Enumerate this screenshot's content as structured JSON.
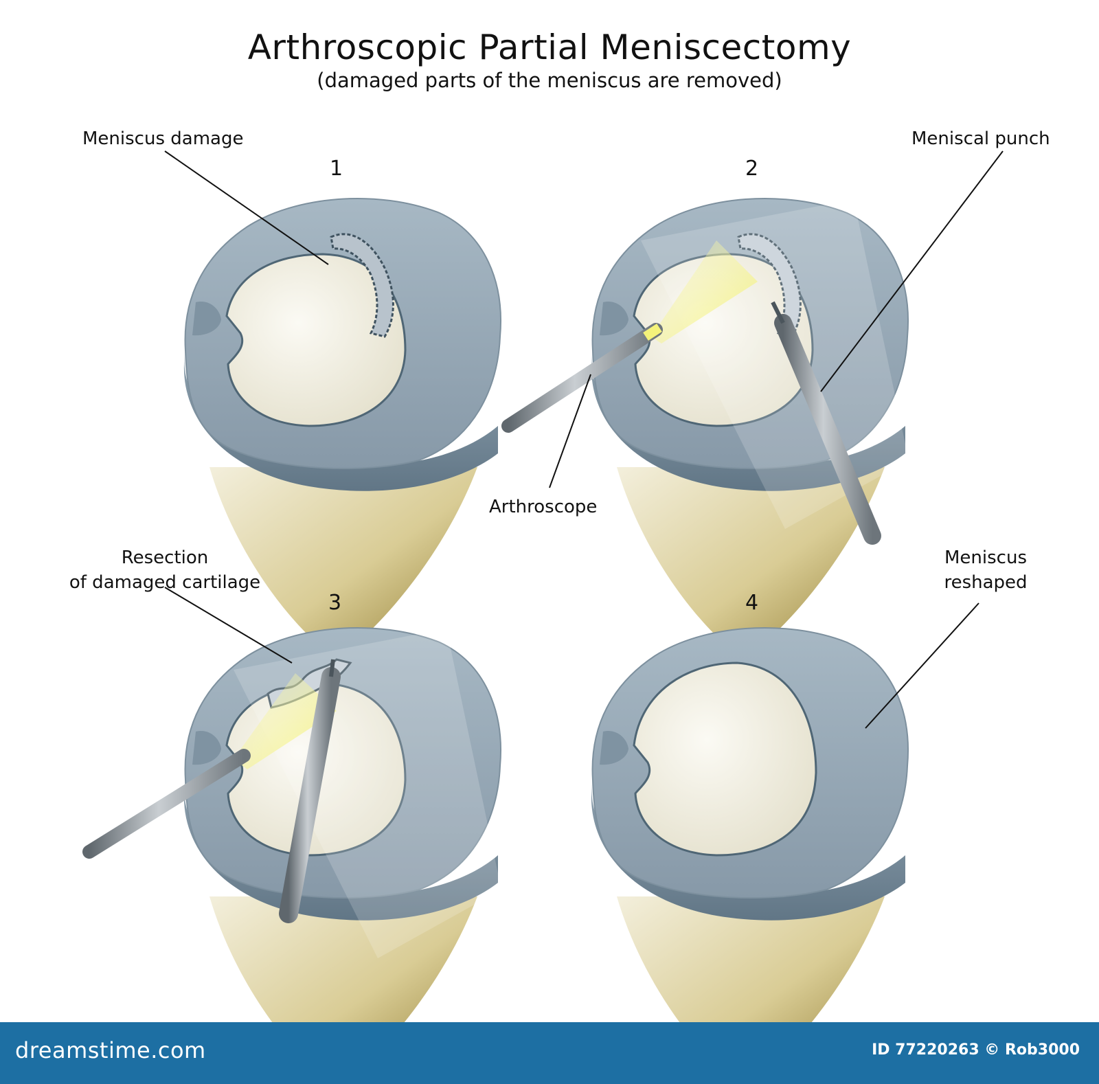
{
  "title": "Arthroscopic Partial Meniscectomy",
  "subtitle": "(damaged parts of the meniscus are removed)",
  "panels": [
    {
      "number": "1"
    },
    {
      "number": "2"
    },
    {
      "number": "3"
    },
    {
      "number": "4"
    }
  ],
  "labels": {
    "meniscus_damage": "Meniscus damage",
    "meniscal_punch": "Meniscal punch",
    "arthroscope": "Arthroscope",
    "resection_line1": "Resection",
    "resection_line2": "of damaged cartilage",
    "reshaped_line1": "Meniscus",
    "reshaped_line2": "reshaped"
  },
  "footer": {
    "brand": "dreamstime.com",
    "credit": "ID 77220263 © Rob3000"
  },
  "colors": {
    "meniscus": "#98aab8",
    "meniscus_dark": "#6f8494",
    "cartilage": "#efece0",
    "bone": "#c8b878",
    "light_beam": "#f4f27a",
    "instrument": "#8a9298",
    "footer_bg": "#1d6fa3"
  }
}
